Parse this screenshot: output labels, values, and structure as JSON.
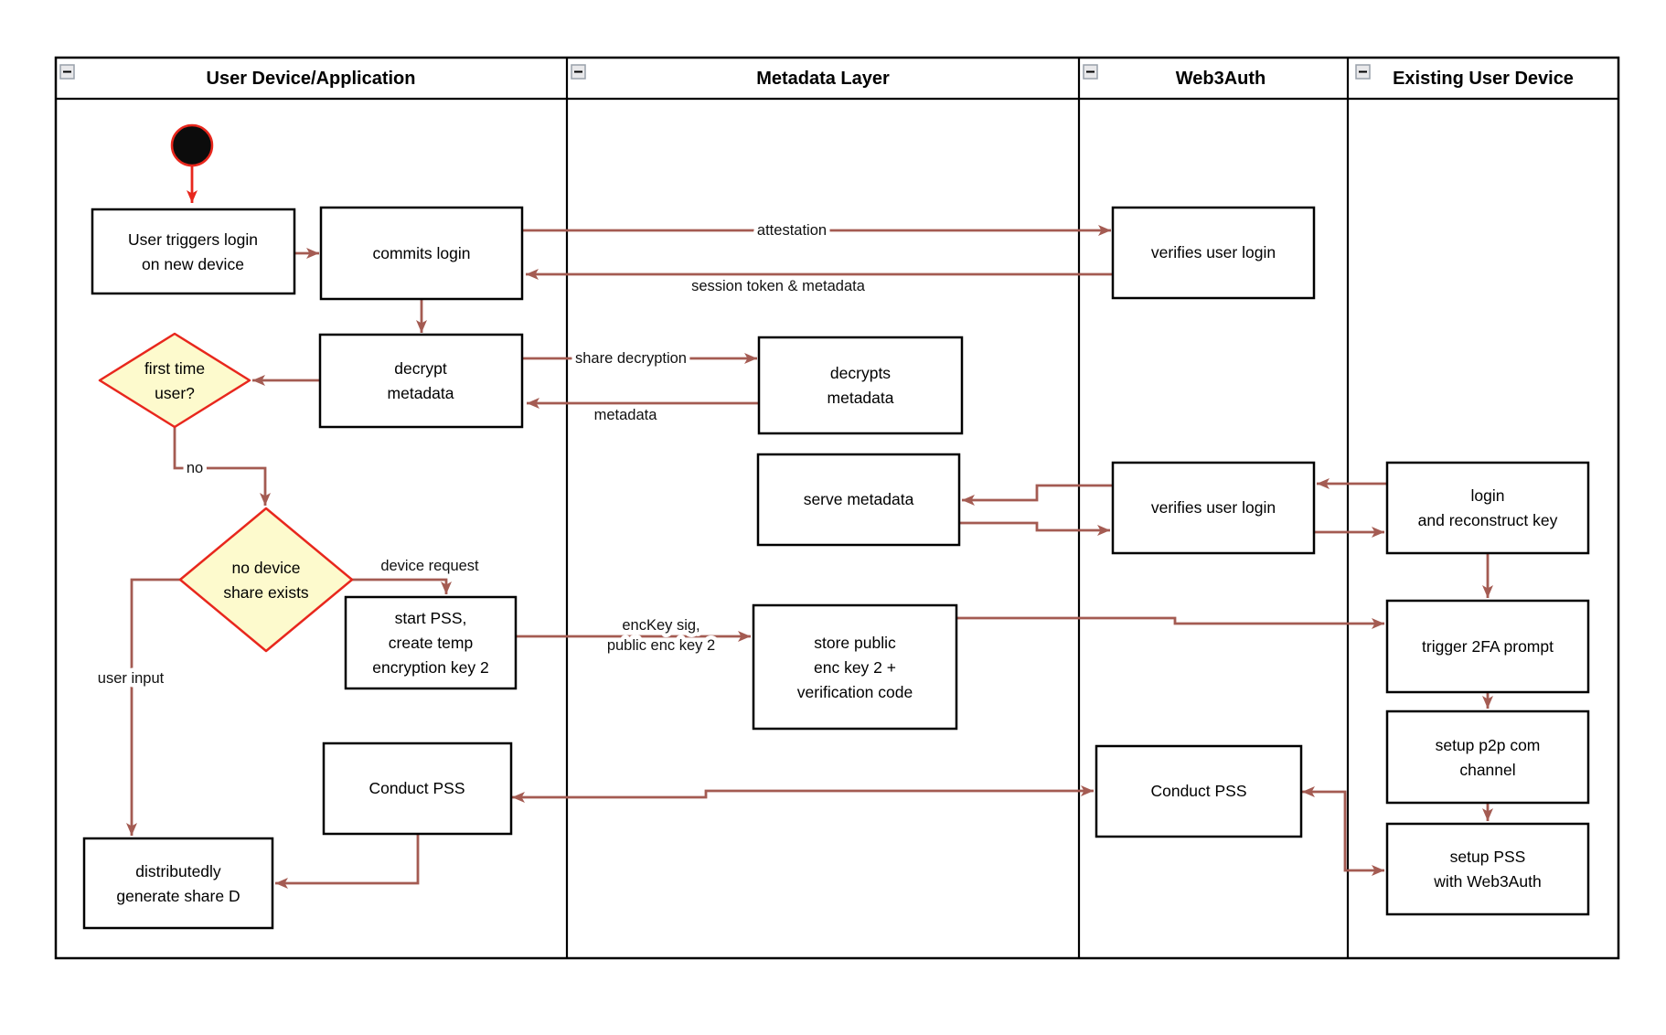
{
  "diagram": {
    "lanes": [
      {
        "title": "User Device/Application"
      },
      {
        "title": "Metadata Layer"
      },
      {
        "title": "Web3Auth"
      },
      {
        "title": "Existing User Device"
      }
    ],
    "nodes": {
      "user_triggers": {
        "lines": [
          "User triggers login",
          "on new device"
        ]
      },
      "commits_login": {
        "lines": [
          "commits login"
        ]
      },
      "verifies_login_top": {
        "lines": [
          "verifies user login"
        ]
      },
      "decrypt_metadata": {
        "lines": [
          "decrypt",
          "metadata"
        ]
      },
      "decrypts_metadata": {
        "lines": [
          "decrypts",
          "metadata"
        ]
      },
      "first_time_user": {
        "lines": [
          "first time",
          "user?"
        ]
      },
      "serve_metadata": {
        "lines": [
          "serve metadata"
        ]
      },
      "verifies_login_mid": {
        "lines": [
          "verifies user login"
        ]
      },
      "login_reconstruct": {
        "lines": [
          "login",
          "and reconstruct key"
        ]
      },
      "no_device_share": {
        "lines": [
          "no device",
          "share exists"
        ]
      },
      "start_pss": {
        "lines": [
          "start PSS,",
          "create temp",
          "encryption key 2"
        ]
      },
      "store_public": {
        "lines": [
          "store public",
          "enc key 2 +",
          "verification code"
        ]
      },
      "trigger_2fa": {
        "lines": [
          "trigger 2FA prompt"
        ]
      },
      "setup_p2p": {
        "lines": [
          "setup p2p com",
          "channel"
        ]
      },
      "setup_pss": {
        "lines": [
          "setup PSS",
          "with Web3Auth"
        ]
      },
      "conduct_pss_left": {
        "lines": [
          "Conduct PSS"
        ]
      },
      "conduct_pss_web3": {
        "lines": [
          "Conduct PSS"
        ]
      },
      "generate_share_d": {
        "lines": [
          "distributedly",
          "generate share D"
        ]
      }
    },
    "edge_labels": {
      "attestation": "attestation",
      "session_token": "session token & metadata",
      "share_decryption": "share decryption",
      "metadata": "metadata",
      "no": "no",
      "device_request": "device request",
      "enckey_line1": "encKey sig,",
      "enckey_line2": "public enc key 2",
      "user_input": "user input"
    },
    "colors": {
      "arrow": "#a45b52",
      "accent_red": "#e8271d",
      "decision_fill": "#fdfacd",
      "node_border": "#000000",
      "node_fill": "#ffffff"
    }
  }
}
